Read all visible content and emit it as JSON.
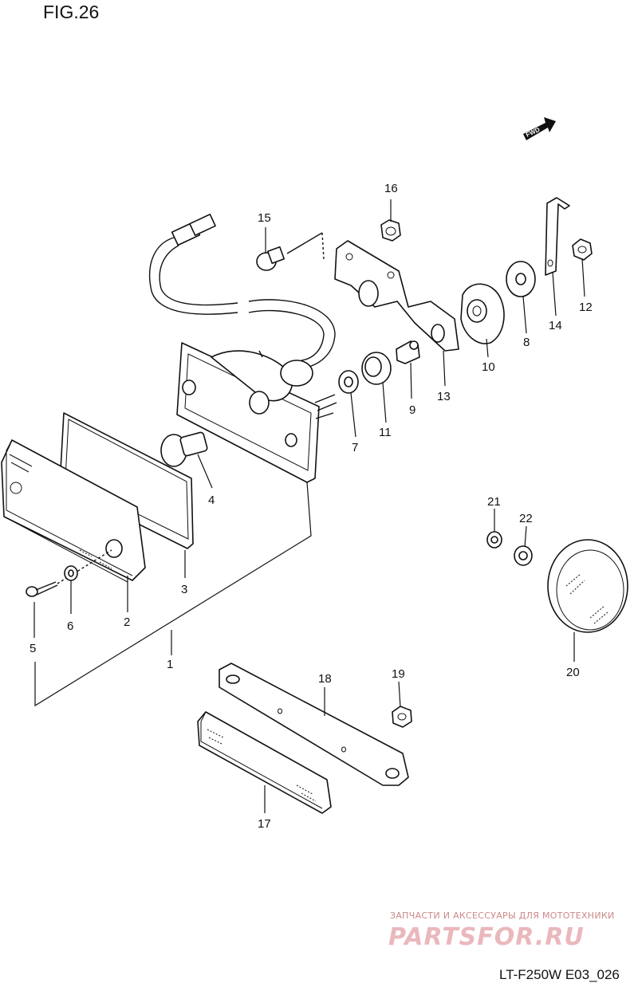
{
  "figure_title": "FIG.26",
  "diagram_code": "LT-F250W E03_026",
  "fwd_label": "FWD",
  "watermark": {
    "caption": "ЗАПЧАСТИ И АКСЕССУАРЫ ДЛЯ МОТОТЕХНИКИ",
    "logo_text": "PARTSFOR.RU"
  },
  "part_numbers": {
    "p1": "1",
    "p2": "2",
    "p3": "3",
    "p4": "4",
    "p5": "5",
    "p6": "6",
    "p7": "7",
    "p8": "8",
    "p9": "9",
    "p10": "10",
    "p11": "11",
    "p12": "12",
    "p13": "13",
    "p14": "14",
    "p15": "15",
    "p16": "16",
    "p17": "17",
    "p18": "18",
    "p19": "19",
    "p20": "20",
    "p21": "21",
    "p22": "22"
  }
}
